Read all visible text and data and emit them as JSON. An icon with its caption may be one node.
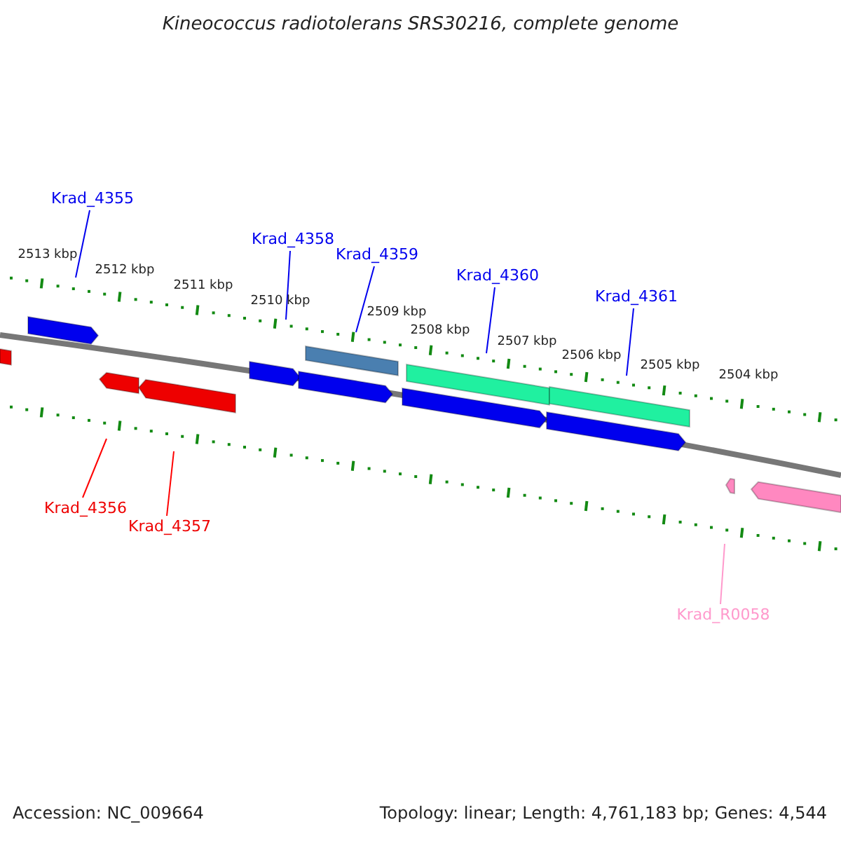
{
  "diagram": {
    "title": "Kineococcus radiotolerans SRS30216, complete genome",
    "nodes": [
      {
        "text": [
          "Krad_4355"
        ]
      },
      {
        "text": [
          "Krad_4356"
        ]
      },
      {
        "text": [
          "Krad_4357"
        ]
      },
      {
        "text": [
          "Krad_4358"
        ]
      },
      {
        "text": [
          "Krad_4359"
        ]
      },
      {
        "text": [
          "Krad_4360"
        ]
      },
      {
        "text": [
          "Krad_4361"
        ]
      },
      {
        "text": [
          "Krad_R0058"
        ]
      }
    ],
    "edges": [
      {
        "from": 0,
        "to": null,
        "arrow": "none"
      },
      {
        "from": 1,
        "to": null,
        "arrow": "none",
        "color": "#ff0000"
      },
      {
        "from": 2,
        "to": null,
        "arrow": "none",
        "color": "#ff0000"
      },
      {
        "from": 3,
        "to": null,
        "arrow": "none"
      },
      {
        "from": 4,
        "to": null,
        "arrow": "none"
      },
      {
        "from": 5,
        "to": null,
        "arrow": "none"
      },
      {
        "from": 6,
        "to": null,
        "arrow": "none"
      },
      {
        "from": 7,
        "to": null,
        "arrow": "none",
        "color": "#ff99cc"
      }
    ],
    "labels": [
      "2513 kbp",
      "2512 kbp",
      "2511 kbp",
      "2510 kbp",
      "2509 kbp",
      "2508 kbp",
      "2507 kbp",
      "2506 kbp",
      "2505 kbp",
      "2504 kbp",
      "Accession: NC_009664",
      "Topology: linear; Length: 4,761,183 bp; Genes: 4,544"
    ]
  }
}
